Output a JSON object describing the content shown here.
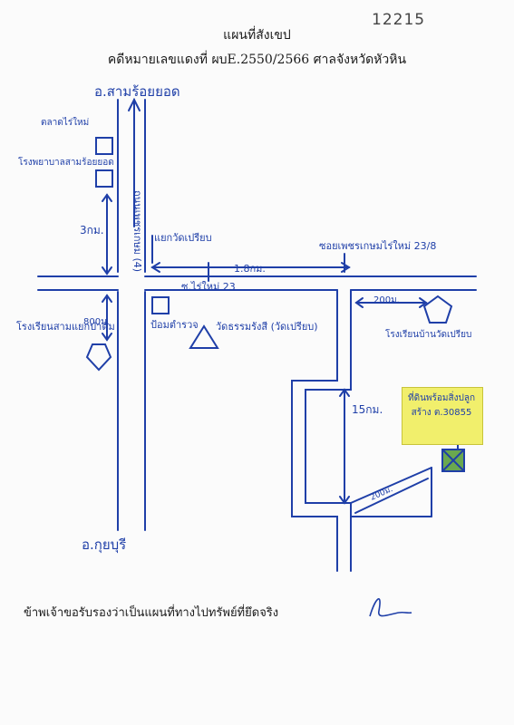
{
  "document": {
    "title": "แผนที่สังเขป",
    "case_line": "คดีหมายเลขแดงที่ ผบE.2550/2566 ศาลจังหวัดหัวหิน",
    "stamp_number": "12215",
    "certification": "ข้าพเจ้าขอรับรองว่าเป็นแผนที่ทางไปทรัพย์ที่ยึดจริง"
  },
  "map_labels": {
    "north_destination": "อ.สามร้อยยอด",
    "south_destination": "อ.กุยบุรี",
    "main_road": "ถนนเพชรเกษม (4)",
    "market": "ตลาดไร่ใหม่",
    "school_north": "โรงพยาบาลสามร้อยยอด",
    "distance_north": "3กม.",
    "junction": "แยกวัดเปรียบ",
    "soi_sign": "ซอยเพชรเกษมไร่ใหม่ 23/8",
    "distance_east": "1.8กม.",
    "side_road": "ซ.ไร่ใหม่ 23",
    "school_south": "โรงเรียนสามแยกป่าตุ้ม",
    "distance_south": "800ม.",
    "police_box": "ป้อมตำรวจ",
    "temple_triangle": "วัดธรรมรังสี (วัดเปรียบ)",
    "distance_pentagon": "200ม.",
    "school_east": "โรงเรียนบ้านวัดเปรียบ",
    "distance_final_road": "15กม.",
    "distance_diagonal": "200ม.",
    "target_property": "ที่ดินพร้อมสิ่งปลูกสร้าง ต.30855"
  },
  "colors": {
    "ink": "#1f3fa8",
    "highlight": "#f1ef6c",
    "target_square": "#6aa84f",
    "print": "#1a1a1a"
  }
}
